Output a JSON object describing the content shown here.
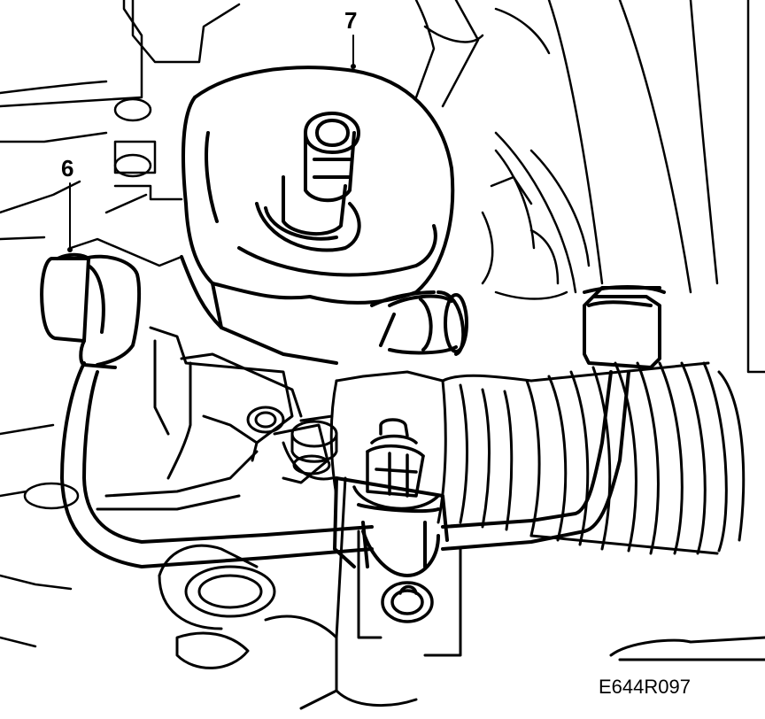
{
  "callouts": [
    {
      "id": "6",
      "label": "6",
      "target": "pressure-hose"
    },
    {
      "id": "7",
      "label": "7",
      "target": "servo-pump-reservoir"
    }
  ],
  "figure_code": "E644R097",
  "colors": {
    "line": "#000000",
    "background": "#ffffff"
  }
}
